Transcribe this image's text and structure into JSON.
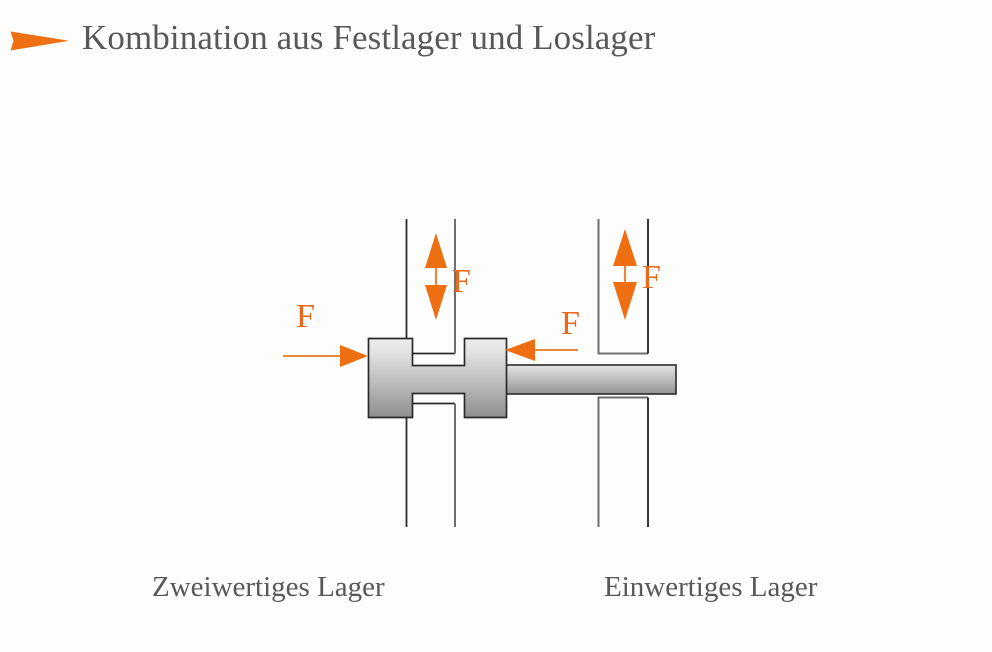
{
  "header": {
    "bullet_icon": "triangle-right-icon",
    "title": "Kombination aus Festlager und Loslager"
  },
  "diagram": {
    "type": "engineering-bearing-diagram",
    "description": "Welle mit zweiwertigem Lager (Festlager) links und einwertigem Lager (Loslager) rechts",
    "colors": {
      "accent": "#ee6f12",
      "accent_text": "#e8691a",
      "text": "#585858",
      "outline": "#2b2b2b",
      "wall_outline": "#6b6b6b",
      "shaft_gradient_top": "#e8e8e8",
      "shaft_gradient_bottom": "#909090",
      "background": "#fdfdfd"
    },
    "force_labels": {
      "left_axial": "F",
      "left_radial": "F",
      "right_axial": "F",
      "right_radial": "F"
    },
    "captions": {
      "left": "Zweiwertiges Lager",
      "right": "Einwertiges Lager"
    }
  }
}
